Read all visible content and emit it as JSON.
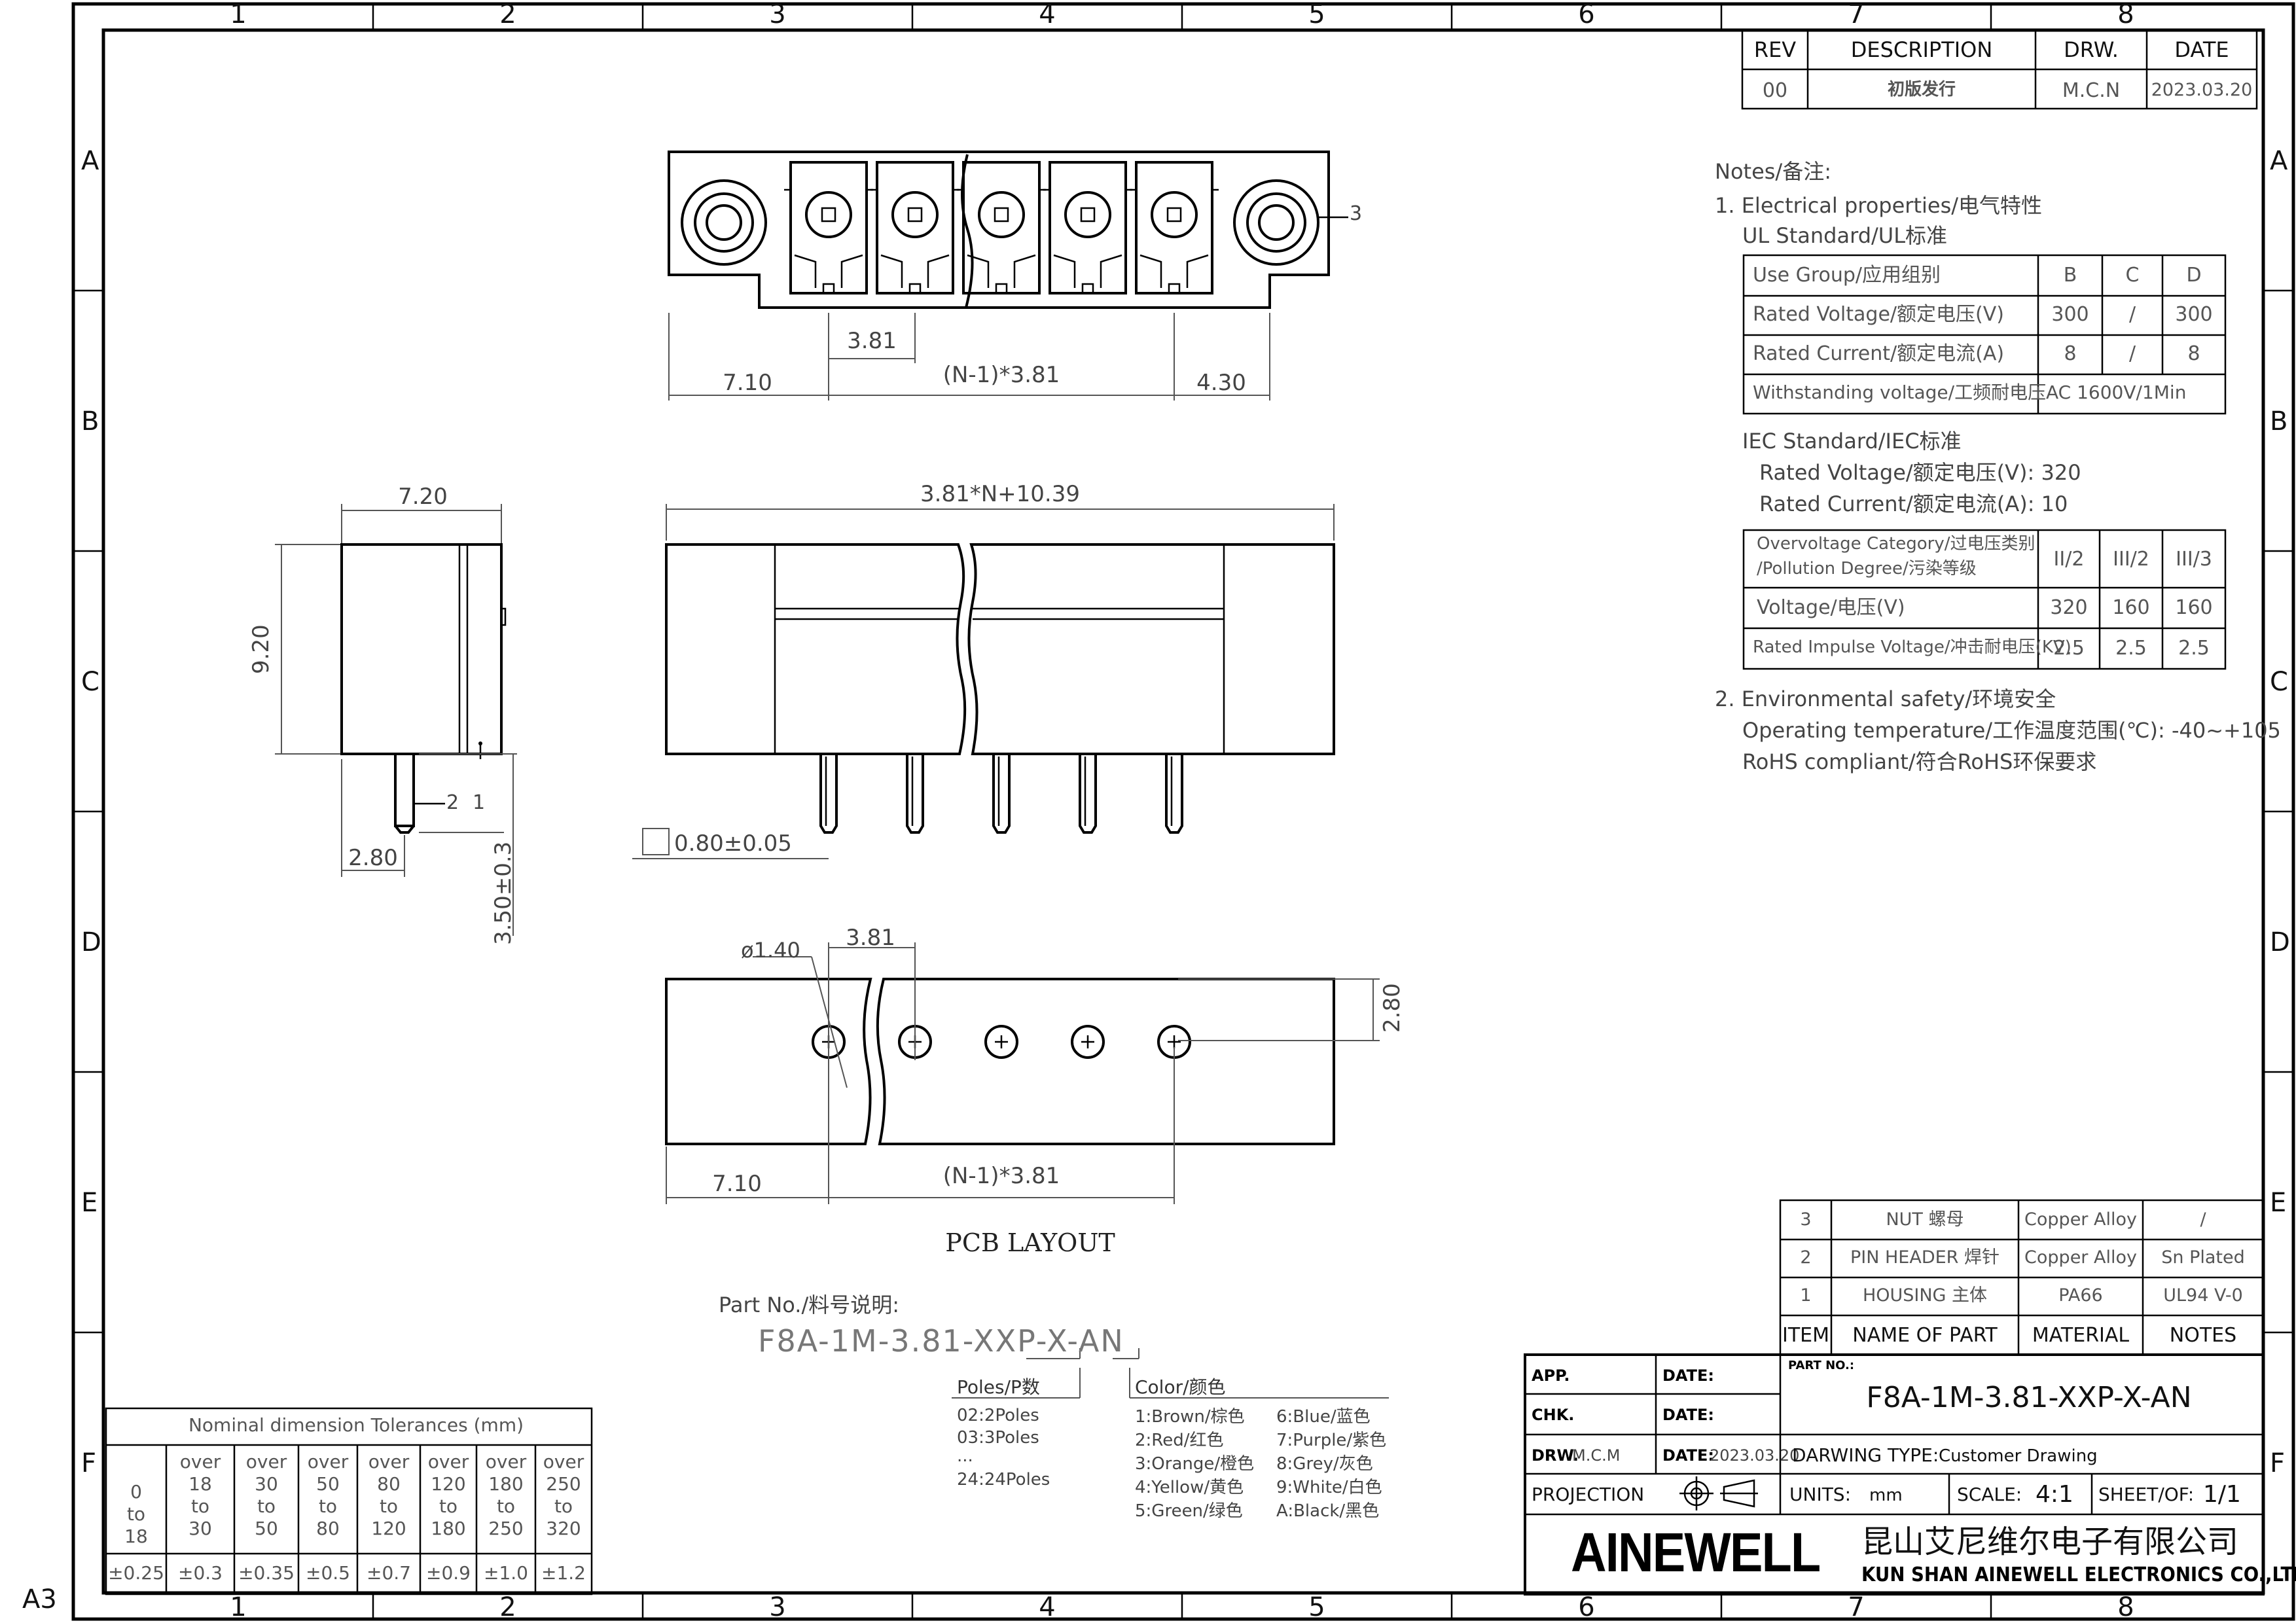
{
  "border": {
    "cols": [
      "1",
      "2",
      "3",
      "4",
      "5",
      "6",
      "7",
      "8"
    ],
    "rows": [
      "A",
      "B",
      "C",
      "D",
      "E",
      "F"
    ],
    "sheet_size": "A3"
  },
  "revision_table": {
    "headers": [
      "REV",
      "DESCRIPTION",
      "DRW.",
      "DATE"
    ],
    "row": [
      "00",
      "初版发行",
      "M.C.N",
      "2023.03.20"
    ]
  },
  "notes": {
    "title": "Notes/备注:",
    "item1": "1. Electrical properties/电气特性",
    "ul_standard": "UL Standard/UL标准",
    "ul_table": {
      "headers": [
        "Use Group/应用组别",
        "B",
        "C",
        "D"
      ],
      "rows": [
        [
          "Rated Voltage/额定电压(V)",
          "300",
          "/",
          "300"
        ],
        [
          "Rated Current/额定电流(A)",
          "8",
          "/",
          "8"
        ],
        [
          "Withstanding voltage/工频耐电压",
          "AC 1600V/1Min"
        ]
      ]
    },
    "iec_standard": "IEC Standard/IEC标准",
    "iec_voltage": "Rated Voltage/额定电压(V): 320",
    "iec_current": "Rated Current/额定电流(A): 10",
    "iec_table": {
      "header_label_1": "Overvoltage Category/过电压类别",
      "header_label_2": "/Pollution Degree/污染等级",
      "header_values": [
        "II/2",
        "III/2",
        "III/3"
      ],
      "rows": [
        [
          "Voltage/电压(V)",
          "320",
          "160",
          "160"
        ],
        [
          "Rated Impulse Voltage/冲击耐电压(KV)",
          "2.5",
          "2.5",
          "2.5"
        ]
      ]
    },
    "item2": "2. Environmental safety/环境安全",
    "operating_temp": "Operating temperature/工作温度范围(℃): -40~+105",
    "rohs": "RoHS compliant/符合RoHS环保要求"
  },
  "dimensions": {
    "top_pitch": "3.81",
    "top_left": "7.10",
    "top_middle": "(N-1)*3.81",
    "top_right": "4.30",
    "side_width": "7.20",
    "side_height": "9.20",
    "side_pin": "2.80",
    "side_pin_len": "3.50±0.3",
    "front_total": "3.81*N+10.39",
    "pin_size": "0.80±0.05",
    "hole_dia": "ø1.40",
    "pcb_pitch": "3.81",
    "pcb_row": "2.80",
    "pcb_left": "7.10",
    "pcb_middle": "(N-1)*3.81",
    "label_1": "1",
    "label_2": "2",
    "label_3": "3"
  },
  "pcb_layout_title": "PCB LAYOUT",
  "part_number": {
    "label": "Part No./料号说明:",
    "code": "F8A-1M-3.81-XXP-X-AN",
    "poles_title": "Poles/P数",
    "poles": [
      "02:2Poles",
      "03:3Poles",
      "...",
      "24:24Poles"
    ],
    "color_title": "Color/颜色",
    "colors_left": [
      "1:Brown/棕色",
      "2:Red/红色",
      "3:Orange/橙色",
      "4:Yellow/黄色",
      "5:Green/绿色"
    ],
    "colors_right": [
      "6:Blue/蓝色",
      "7:Purple/紫色",
      "8:Grey/灰色",
      "9:White/白色",
      "A:Black/黑色"
    ]
  },
  "tolerance_table": {
    "title": "Nominal dimension Tolerances (mm)",
    "ranges": [
      [
        "0",
        "to",
        "18"
      ],
      [
        "over",
        "18",
        "to",
        "30"
      ],
      [
        "over",
        "30",
        "to",
        "50"
      ],
      [
        "over",
        "50",
        "to",
        "80"
      ],
      [
        "over",
        "80",
        "to",
        "120"
      ],
      [
        "over",
        "120",
        "to",
        "180"
      ],
      [
        "over",
        "180",
        "to",
        "250"
      ],
      [
        "over",
        "250",
        "to",
        "320"
      ]
    ],
    "values": [
      "±0.25",
      "±0.3",
      "±0.35",
      "±0.5",
      "±0.7",
      "±0.9",
      "±1.0",
      "±1.2"
    ]
  },
  "bom": {
    "rows": [
      [
        "3",
        "NUT 螺母",
        "Copper Alloy",
        "/"
      ],
      [
        "2",
        "PIN HEADER 焊针",
        "Copper Alloy",
        "Sn Plated"
      ],
      [
        "1",
        "HOUSING 主体",
        "PA66",
        "UL94 V-0"
      ]
    ],
    "headers": [
      "ITEM",
      "NAME OF PART",
      "MATERIAL",
      "NOTES"
    ]
  },
  "title_block": {
    "app": "APP.",
    "chk": "CHK.",
    "drw": "DRW.",
    "drw_value": "M.C.M",
    "date": "DATE:",
    "date_value": "2023.03.20",
    "part_no_label": "PART NO.:",
    "part_no": "F8A-1M-3.81-XXP-X-AN",
    "drawing_type_label": "DARWING TYPE:",
    "drawing_type": "Customer Drawing",
    "projection": "PROJECTION",
    "units_label": "UNITS:",
    "units": "mm",
    "scale_label": "SCALE:",
    "scale": "4:1",
    "sheet_label": "SHEET/OF:",
    "sheet": "1/1",
    "logo": "AINEWELL",
    "company_cn": "昆山艾尼维尔电子有限公司",
    "company_en": "KUN SHAN AINEWELL ELECTRONICS CO.,LTD"
  }
}
